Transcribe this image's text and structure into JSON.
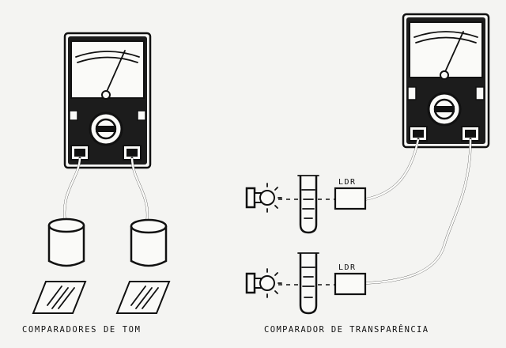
{
  "labels": {
    "left_caption": "COMPARADORES DE TOM",
    "right_caption": "COMPARADOR DE TRANSPARÊNCIA",
    "ldr_top": "LDR",
    "ldr_bottom": "LDR"
  },
  "colors": {
    "ink": "#111111",
    "paper": "#f4f4f2"
  },
  "icons": [
    "multimeter-icon",
    "lamp-icon",
    "test-tube-icon",
    "ldr-sensor-icon",
    "cylinder-sensor-icon",
    "color-sample-icon"
  ]
}
